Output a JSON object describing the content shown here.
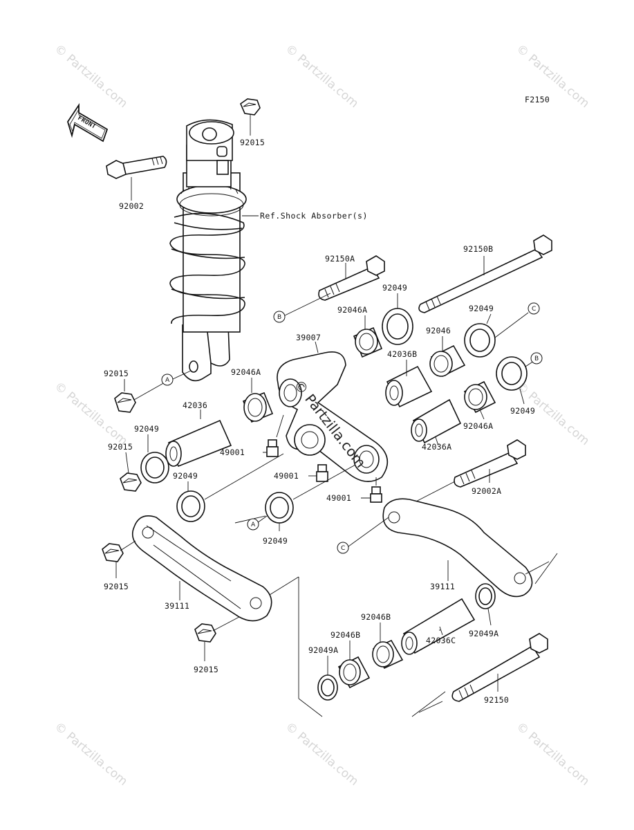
{
  "diagram_code": "F2150",
  "front_label": "FRONT",
  "reference_note": "Ref.Shock Absorber(s)",
  "watermark_text": "© Partzilla.com",
  "center_watermark": "© Partzilla.com",
  "callouts": [
    "A",
    "B",
    "C"
  ],
  "part_labels": [
    "92015",
    "92002",
    "92150A",
    "92150B",
    "92049",
    "92049",
    "92046A",
    "92046",
    "42036B",
    "39007",
    "92046A",
    "92015",
    "42036",
    "92049",
    "92015",
    "49001",
    "49001",
    "49001",
    "92049",
    "92049",
    "92046A",
    "42036A",
    "92049",
    "92002A",
    "92049",
    "92015",
    "39111",
    "39111",
    "92015",
    "92046B",
    "92046B",
    "92049A",
    "42036C",
    "92049A",
    "92150"
  ],
  "colors": {
    "line": "#111111",
    "watermark": "#d6d6d6"
  }
}
